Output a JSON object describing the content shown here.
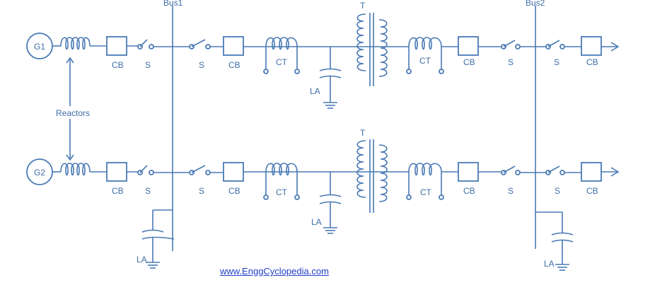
{
  "labels": {
    "g1": "G1",
    "g2": "G2",
    "bus1": "Bus1",
    "bus2": "Bus2",
    "reactors": "Reactors",
    "transformer": "T",
    "circuit_breaker": "CB",
    "switch": "S",
    "current_transformer": "CT",
    "lightning_arrester": "LA"
  },
  "link": "www.EnggCyclopedia.com",
  "colors": {
    "line": "#4a7ab5",
    "text": "#3f6ea8",
    "link": "#1f3fc8"
  }
}
